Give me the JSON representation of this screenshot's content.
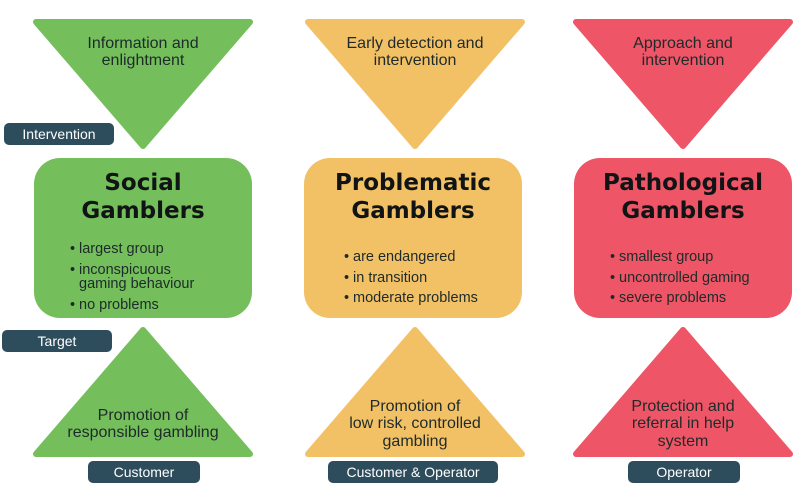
{
  "colors": {
    "green": "#74bf5b",
    "yellow": "#f3c165",
    "red": "#ee5566",
    "pill": "#2d4c5c",
    "pill_text": "#ffffff"
  },
  "labels": {
    "intervention": "Intervention",
    "target": "Target",
    "customer": "Customer",
    "customer_operator": "Customer & Operator",
    "operator": "Operator"
  },
  "columns": [
    {
      "color": "green",
      "intervention_text": [
        "Information and",
        "enlightment"
      ],
      "target_title": [
        "Social",
        "Gamblers"
      ],
      "traits": [
        "largest group",
        "inconspicuous\ngaming behaviour",
        "no problems"
      ],
      "measure_text": [
        "Promotion of",
        "responsible gambling"
      ]
    },
    {
      "color": "yellow",
      "intervention_text": [
        "Early detection and",
        "intervention"
      ],
      "target_title": [
        "Problematic",
        "Gamblers"
      ],
      "traits": [
        "are endangered",
        "in transition",
        "moderate problems"
      ],
      "measure_text": [
        "Promotion of",
        "low risk, controlled",
        "gambling"
      ]
    },
    {
      "color": "red",
      "intervention_text": [
        "Approach and",
        "intervention"
      ],
      "target_title": [
        "Pathological",
        "Gamblers"
      ],
      "traits": [
        "smallest group",
        "uncontrolled gaming",
        "severe problems"
      ],
      "measure_text": [
        "Protection and",
        "referral in help",
        "system"
      ]
    }
  ]
}
